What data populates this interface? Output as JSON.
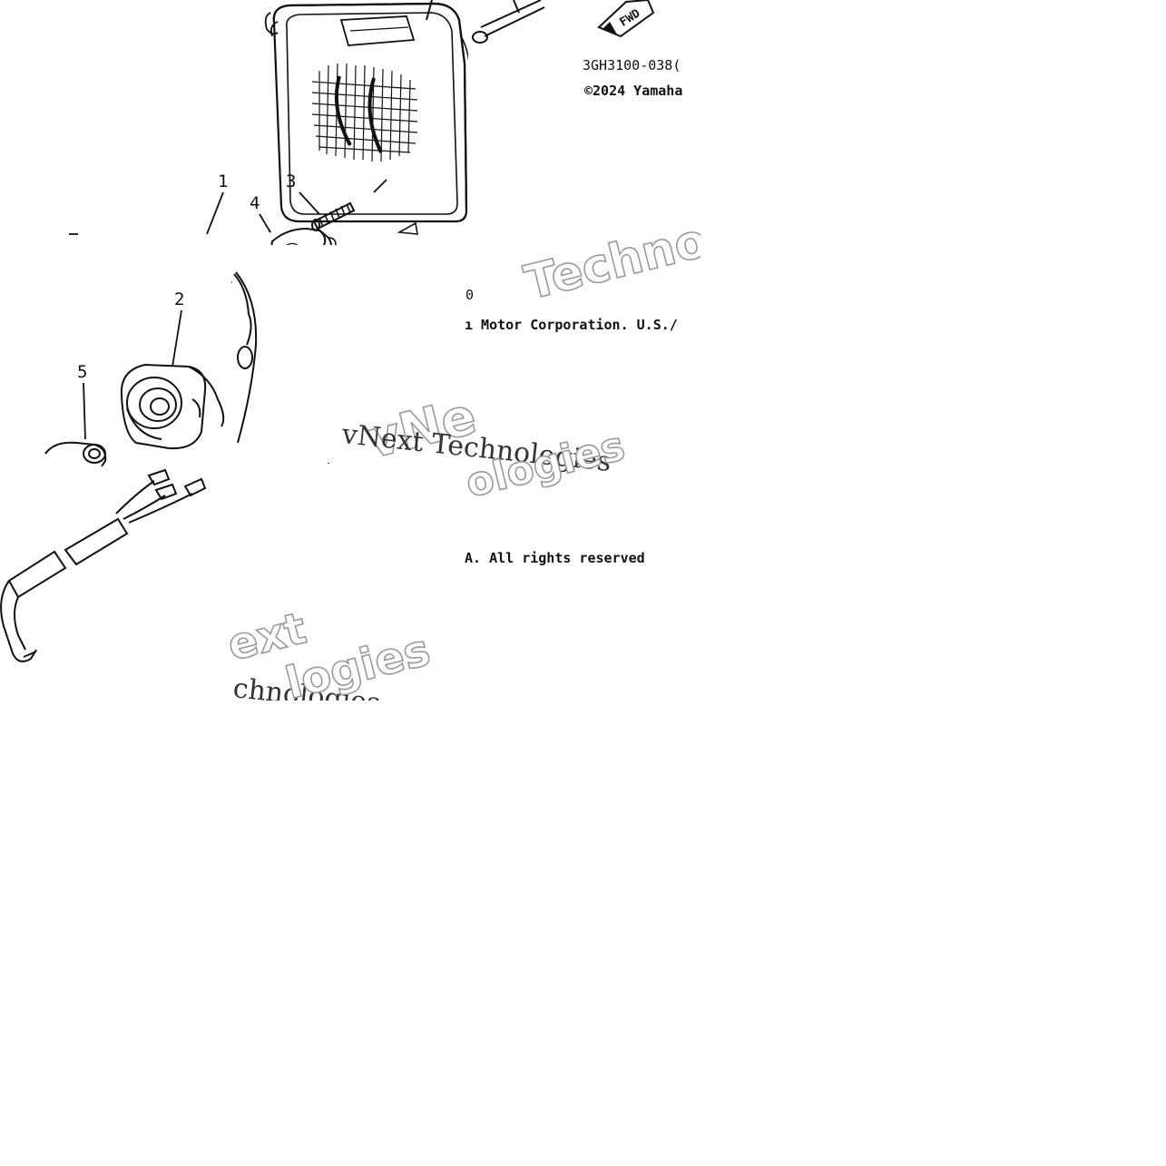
{
  "diagram": {
    "drawing_code": "3GH3100-038(",
    "copyright_line_1": "©2024 Yamaha",
    "copyright_line_2_mid": "0",
    "copyright_line_3": "ı Motor Corporation. U.S./",
    "copyright_line_4": "A. All rights reserved",
    "direction_arrow_label": "FWD",
    "callouts": [
      "1",
      "2",
      "3",
      "4",
      "5"
    ]
  },
  "watermarks": {
    "outline_technologies": "Techno",
    "vnext_fragment": "vNe",
    "vnext_technologies": "vNext Technologies",
    "ologies_fragment": "ologies",
    "ext_fragment": "ext",
    "chnologies_fragment": "chnologies",
    "logies_fragment": "logies"
  },
  "colors": {
    "line": "#111111",
    "watermark_gray": "#9a9a9a"
  }
}
